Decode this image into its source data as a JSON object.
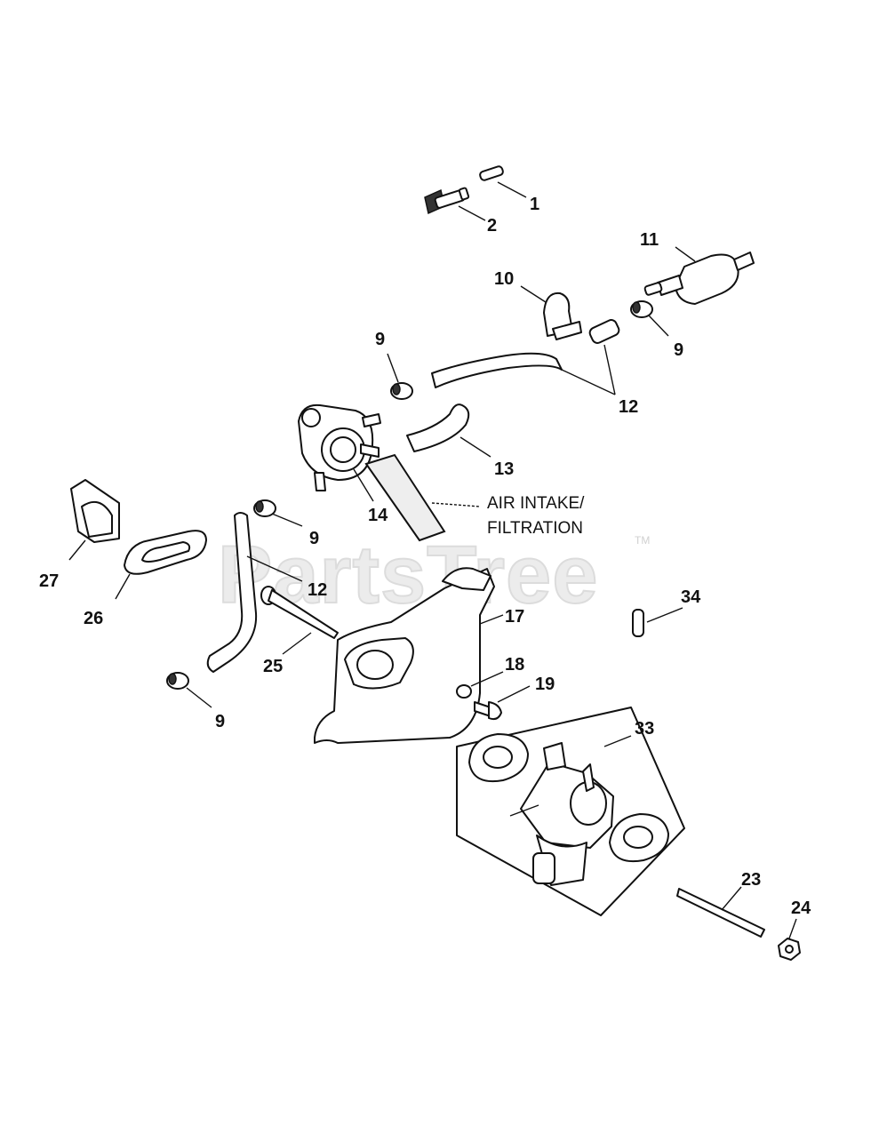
{
  "watermark": {
    "text": "PartsTree",
    "trademark": "TM"
  },
  "note": {
    "line1": "AIR INTAKE/",
    "line2": "FILTRATION"
  },
  "callouts": [
    {
      "id": "c1",
      "label": "1"
    },
    {
      "id": "c2",
      "label": "2"
    },
    {
      "id": "c11",
      "label": "11"
    },
    {
      "id": "c10",
      "label": "10"
    },
    {
      "id": "c9a",
      "label": "9"
    },
    {
      "id": "c9b",
      "label": "9"
    },
    {
      "id": "c12a",
      "label": "12"
    },
    {
      "id": "c13",
      "label": "13"
    },
    {
      "id": "c14",
      "label": "14"
    },
    {
      "id": "c9c",
      "label": "9"
    },
    {
      "id": "c27",
      "label": "27"
    },
    {
      "id": "c12b",
      "label": "12"
    },
    {
      "id": "c26",
      "label": "26"
    },
    {
      "id": "c17",
      "label": "17"
    },
    {
      "id": "c34",
      "label": "34"
    },
    {
      "id": "c25",
      "label": "25"
    },
    {
      "id": "c18",
      "label": "18"
    },
    {
      "id": "c19",
      "label": "19"
    },
    {
      "id": "c9d",
      "label": "9"
    },
    {
      "id": "c33",
      "label": "33"
    },
    {
      "id": "c23",
      "label": "23"
    },
    {
      "id": "c24",
      "label": "24"
    }
  ]
}
